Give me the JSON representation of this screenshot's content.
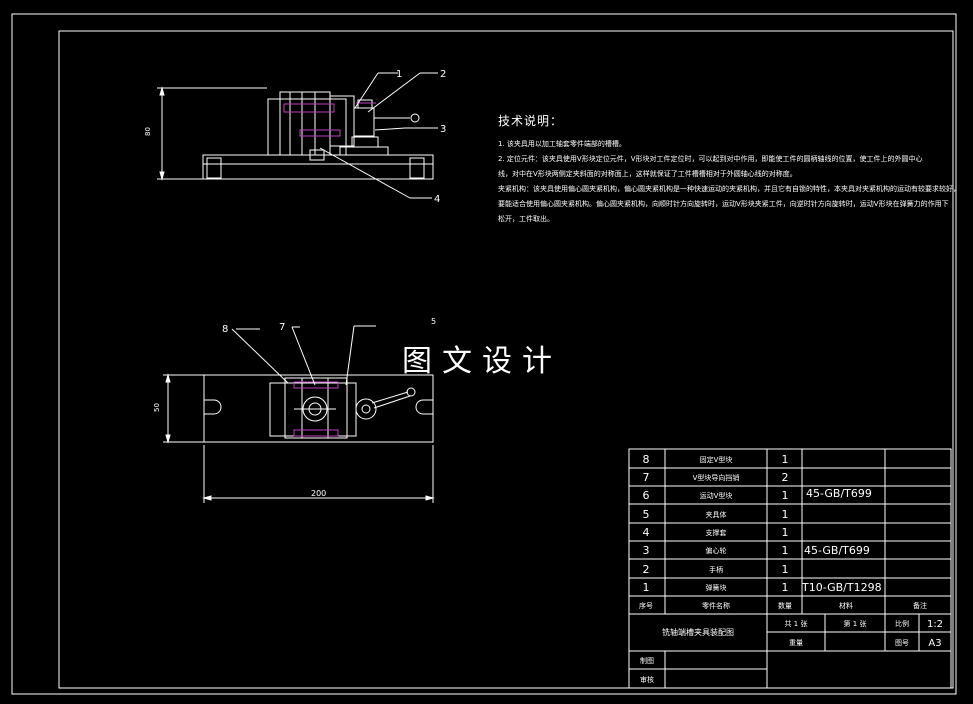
{
  "notes": {
    "title": "技术说明：",
    "lines": [
      "1. 该夹具用以加工轴套零件端部的槽槽。",
      "2. 定位元件：该夹具使用V形块定位元件，V形块对工件定位时，可以起到对中作用，即能使工件的圆柄轴线的位置，使工件上的外圆中心",
      "线，对中在V形块两侧定夹斜面的对称面上，这样就保证了工件槽槽相对于外圆轴心线的对称度。",
      "夹紧机构：该夹具使用偏心圆夹紧机构，偏心圆夹紧机构是一种快速运动的夹紧机构，并且它有自锁的特性，本夹具对夹紧机构的运动有较要求较好，",
      "要能适合使用偏心圆夹紧机构。偏心圆夹紧机构，向顺时针方向旋转时，运动V形块夹紧工件，向逆时针方向旋转时，运动V形块在弹簧力的作用下",
      "松开，工件取出。"
    ]
  },
  "dims": {
    "front_height": "80",
    "top_width": "200",
    "top_height": "50"
  },
  "callouts": {
    "c1": "1",
    "c2": "2",
    "c3": "3",
    "c4": "4",
    "c5": "5",
    "c7": "7",
    "c8": "8"
  },
  "watermark": "图文设计",
  "bom": {
    "rows": [
      {
        "no": "8",
        "name": "固定V型块",
        "qty": "1",
        "material": ""
      },
      {
        "no": "7",
        "name": "V型块导向挡销",
        "qty": "2",
        "material": ""
      },
      {
        "no": "6",
        "name": "运动V型块",
        "qty": "1",
        "material": "45-GB/T699"
      },
      {
        "no": "5",
        "name": "夹具体",
        "qty": "1",
        "material": ""
      },
      {
        "no": "4",
        "name": "支撑套",
        "qty": "1",
        "material": ""
      },
      {
        "no": "3",
        "name": "偏心轮",
        "qty": "1",
        "material": "45-GB/T699"
      },
      {
        "no": "2",
        "name": "手柄",
        "qty": "1",
        "material": ""
      },
      {
        "no": "1",
        "name": "弹簧块",
        "qty": "1",
        "material": "T10-GB/T1298"
      }
    ],
    "header": {
      "no": "序号",
      "name": "零件名称",
      "qty": "数量",
      "material": "材料",
      "remark": "备注"
    }
  },
  "titleblock": {
    "drawing_name": "铣轴端槽夹具装配图",
    "sheet_total": "共 1 张",
    "sheet_no": "第 1 张",
    "scale_label": "比例",
    "scale": "1:2",
    "weight_label": "重量",
    "size_label": "图号",
    "size": "A3",
    "drawn_label": "制图",
    "checked_label": "审核"
  }
}
